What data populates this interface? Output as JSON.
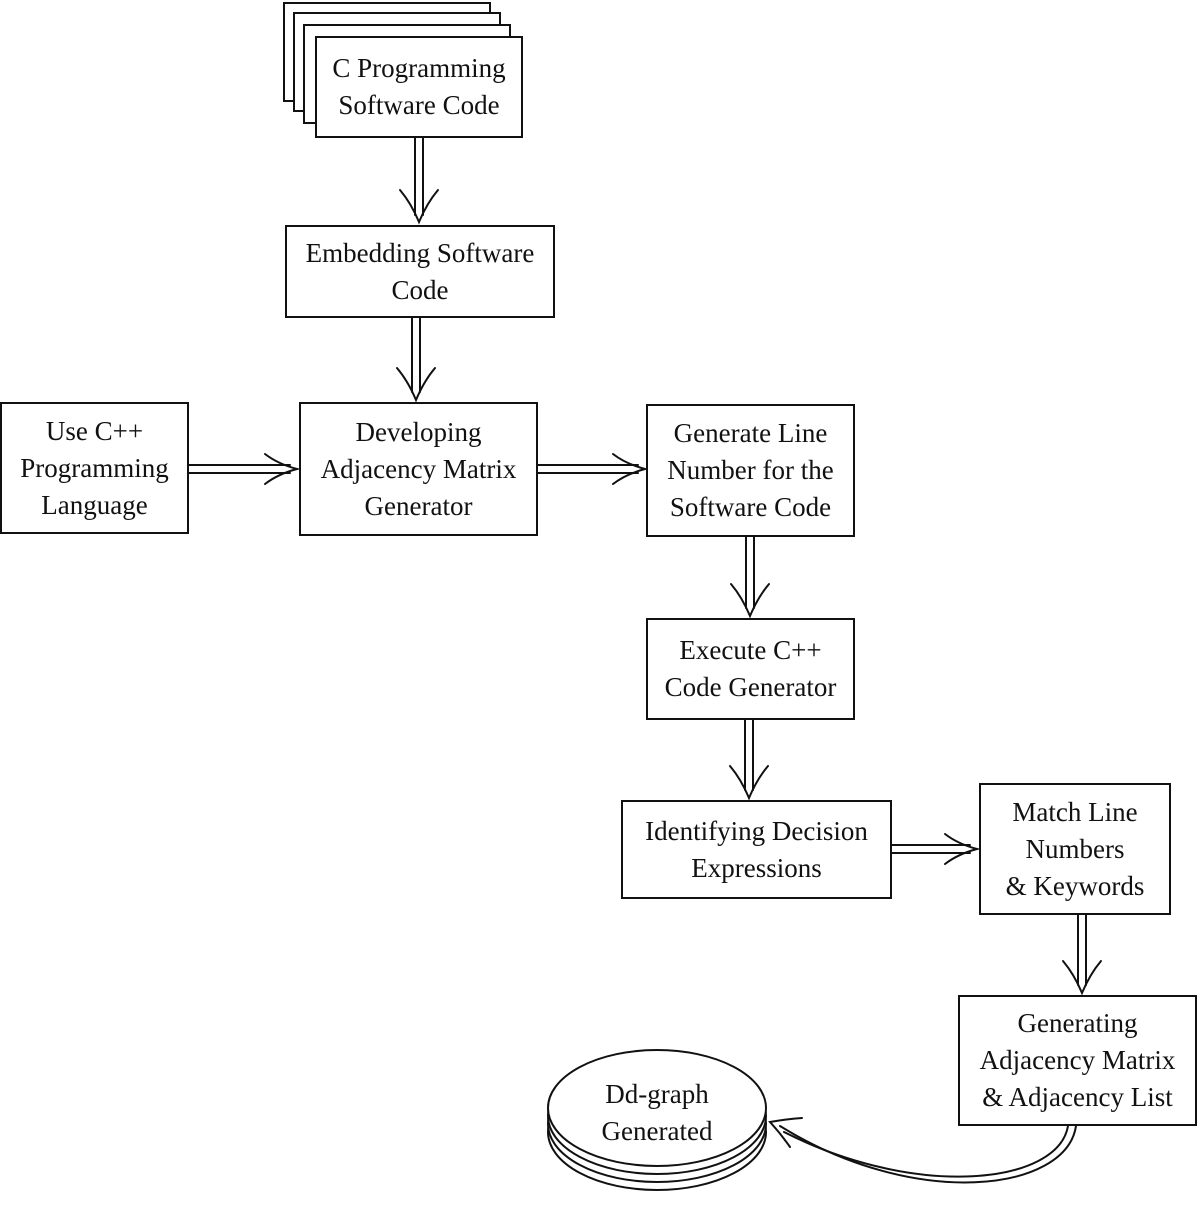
{
  "nodes": {
    "source_code": {
      "lines": [
        "C Programming",
        "Software Code"
      ]
    },
    "embedding": {
      "lines": [
        "Embedding Software",
        "Code"
      ]
    },
    "use_cpp": {
      "lines": [
        "Use C++",
        "Programming",
        "Language"
      ]
    },
    "adjacency_generator": {
      "lines": [
        "Developing",
        "Adjacency Matrix",
        "Generator"
      ]
    },
    "line_numbers": {
      "lines": [
        "Generate Line",
        "Number for the",
        "Software Code"
      ]
    },
    "execute_cpp": {
      "lines": [
        "Execute C++",
        "Code Generator"
      ]
    },
    "decision_expressions": {
      "lines": [
        "Identifying Decision",
        "Expressions"
      ]
    },
    "match_lines": {
      "lines": [
        "Match Line",
        "Numbers",
        "& Keywords"
      ]
    },
    "generating_matrix": {
      "lines": [
        "Generating",
        "Adjacency Matrix",
        "& Adjacency List"
      ]
    },
    "dd_graph": {
      "lines": [
        "Dd-graph",
        "Generated"
      ]
    }
  }
}
